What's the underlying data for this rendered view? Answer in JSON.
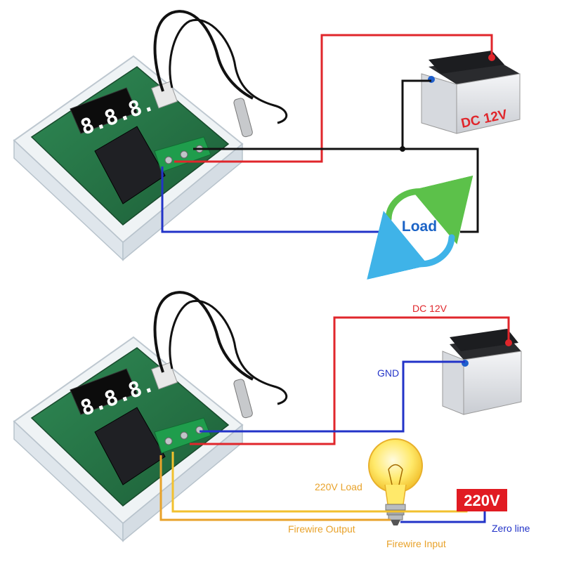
{
  "diagram1": {
    "battery_label": "DC 12V",
    "load_label": "Load",
    "display_digits": "8.8.8."
  },
  "diagram2": {
    "dc_label": "DC 12V",
    "gnd_label": "GND",
    "bulb_label": "220V Load",
    "voltage_box_label": "220V",
    "zero_line_label": "Zero line",
    "firewire_output_label": "Firewire Output",
    "firewire_input_label": "Firewire Input",
    "display_digits": "8.8.8."
  },
  "colors": {
    "red_wire": "#e0262b",
    "black_wire": "#111111",
    "blue_wire": "#2233c8",
    "yellow_wire": "#f2c12e",
    "orange_wire": "#e8a22a",
    "arrow_green": "#5cc14a",
    "arrow_blue": "#3fb3e8",
    "load_text": "#1b63c6",
    "voltage_box": "#e11b22"
  }
}
